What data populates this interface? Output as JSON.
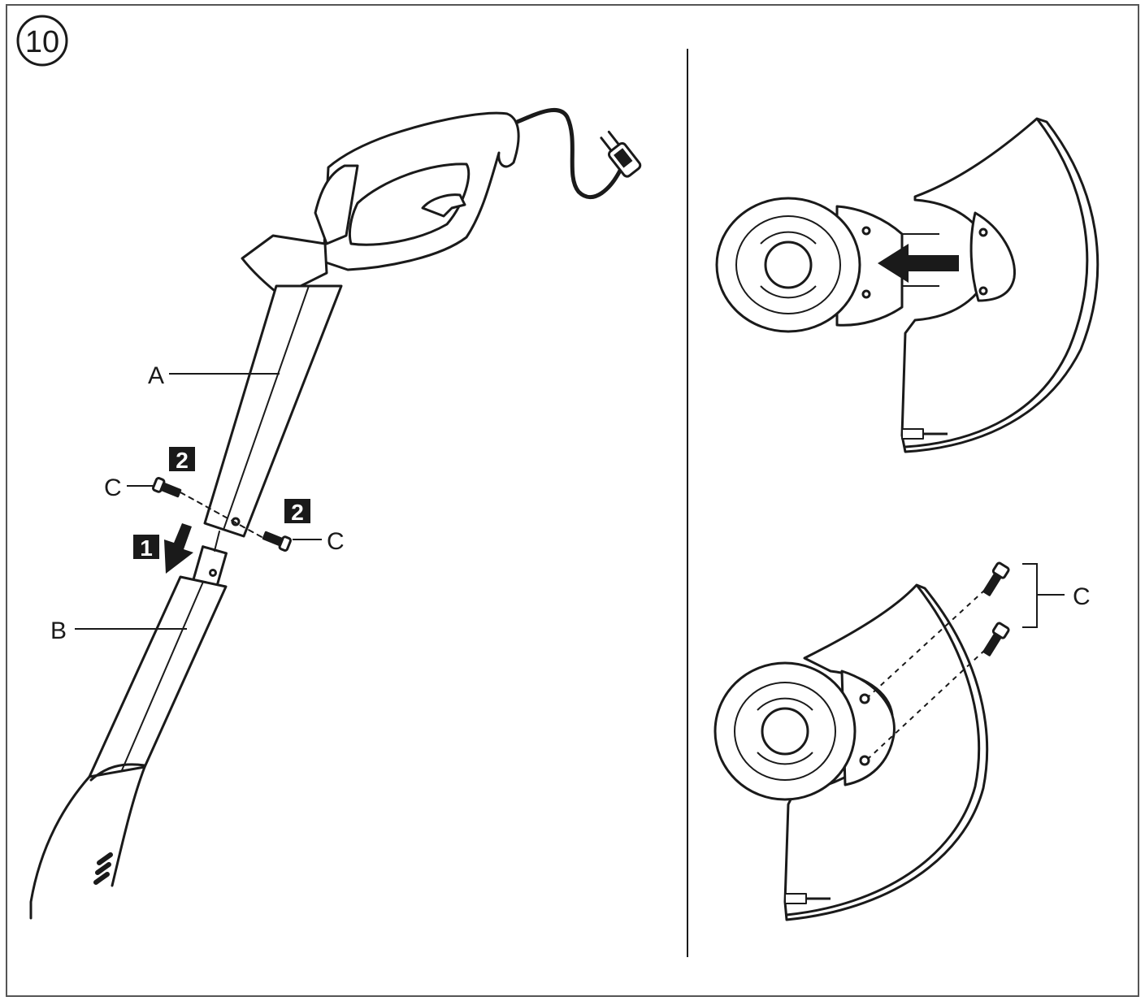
{
  "figure": {
    "number": "10"
  },
  "labels": {
    "handle": "A",
    "lower_tube": "B",
    "screw_left": "C",
    "screw_right": "C",
    "screws_guard": "C"
  },
  "steps": {
    "insert": "1",
    "screw_left": "2",
    "screw_right": "2"
  },
  "colors": {
    "line": "#1a1a1a",
    "frame": "#555555",
    "fill": "#ffffff",
    "step_badge": "#1a1a1a"
  }
}
